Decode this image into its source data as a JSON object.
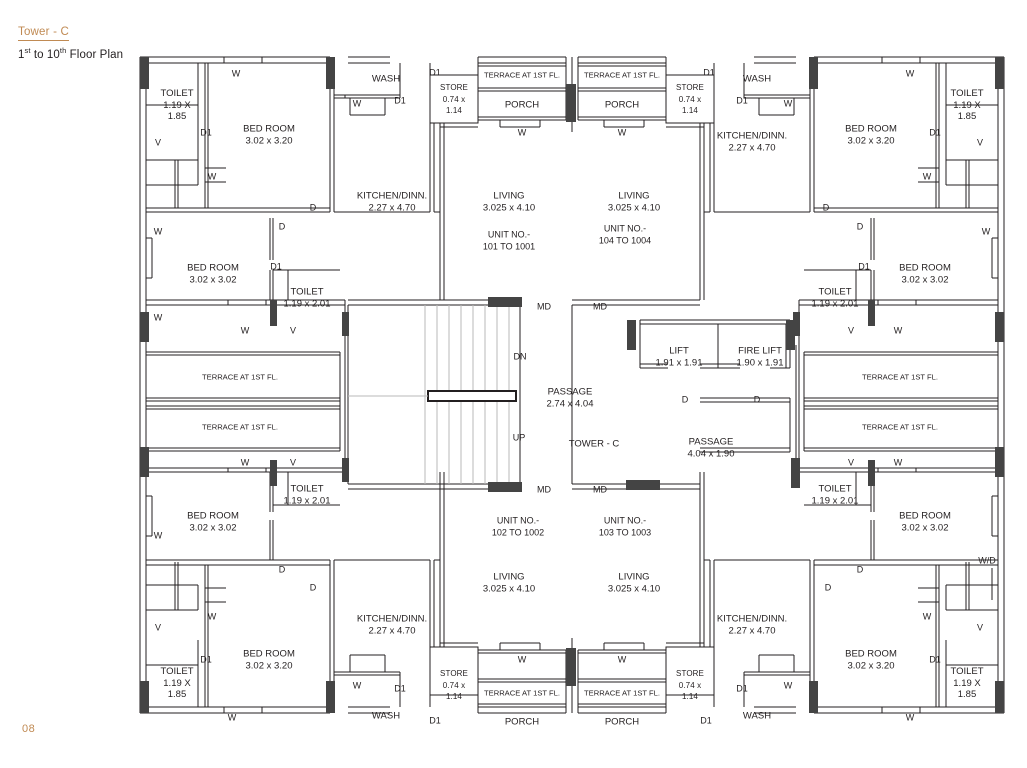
{
  "header": {
    "tower_title": "Tower - C",
    "floor_plan_sub_prefix": "1",
    "floor_plan_sub_sup1": "st",
    "floor_plan_sub_mid": " to 10",
    "floor_plan_sub_sup2": "th",
    "floor_plan_sub_end": " Floor Plan",
    "floor_plan_label": "1st to 10th Floor Plan"
  },
  "page": {
    "number": "08"
  },
  "colors": {
    "accent": "#c08a53",
    "ink": "#231f20",
    "wall": "#231f20",
    "column": "#444444",
    "hatch": "#9a9a9a"
  },
  "plan": {
    "core": {
      "tower_label": "TOWER - C",
      "stair_down": "DN",
      "stair_up": "UP",
      "passage_left_name": "PASSAGE",
      "passage_left_dim": "2.74 x 4.04",
      "passage_right_name": "PASSAGE",
      "passage_right_dim": "4.04 x 1.90",
      "lift_name": "LIFT",
      "lift_dim": "1.91 x 1.91",
      "fire_lift_name": "FIRE LIFT",
      "fire_lift_dim": "1.90 x 1.91"
    },
    "units": [
      {
        "id": "unit-101",
        "label": "UNIT NO.-",
        "range": "101 TO 1001"
      },
      {
        "id": "unit-104",
        "label": "UNIT NO.-",
        "range": "104 TO 1004"
      },
      {
        "id": "unit-102",
        "label": "UNIT NO.-",
        "range": "102 TO 1002"
      },
      {
        "id": "unit-103",
        "label": "UNIT NO.-",
        "range": "103 TO 1003"
      }
    ],
    "rooms": {
      "bed_room": "BED ROOM",
      "bed_large_dim": "3.02 x 3.20",
      "bed_small_dim": "3.02 x 3.02",
      "toilet": "TOILET",
      "toilet_corner_dim_l1": "1.19 X",
      "toilet_corner_dim_l2": "1.85",
      "toilet_inner_dim": "1.19 x 2.01",
      "kitchen": "KITCHEN/DINN.",
      "kitchen_dim": "2.27 x 4.70",
      "living": "LIVING",
      "living_dim": "3.025 x 4.10",
      "store": "STORE",
      "store_dim_l1": "0.74 x",
      "store_dim_l2": "1.14",
      "wash": "WASH",
      "porch": "PORCH",
      "terrace": "TERRACE AT 1ST FL."
    },
    "markers": {
      "door": "D",
      "door_small": "D1",
      "window": "W",
      "vent": "V",
      "main_door": "MD",
      "washer_dryer": "W/D"
    }
  }
}
